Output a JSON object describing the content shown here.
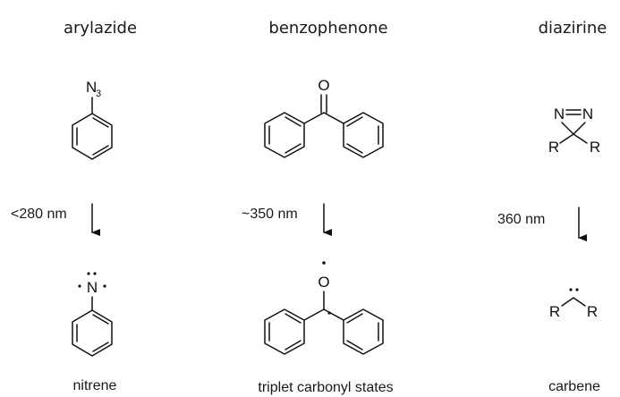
{
  "columns": [
    {
      "title": "arylazide",
      "reactant_label": "N",
      "reactant_sub": "3",
      "wavelength": "<280 nm",
      "product_label": "N",
      "product_name": "nitrene"
    },
    {
      "title": "benzophenone",
      "reactant_label": "O",
      "wavelength": "~350 nm",
      "product_label": "O",
      "product_name": "triplet carbonyl states"
    },
    {
      "title": "diazirine",
      "reactant_n1": "N",
      "reactant_n2": "N",
      "reactant_r1": "R",
      "reactant_r2": "R",
      "wavelength": "360 nm",
      "product_r1": "R",
      "product_r2": "R",
      "product_name": "carbene"
    }
  ]
}
